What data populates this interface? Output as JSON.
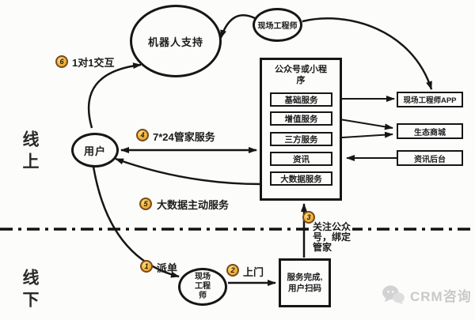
{
  "colors": {
    "line": "#161616",
    "badge_fill": "#f2b53b",
    "badge_border": "#7a4a1d",
    "watermark_gray": "#c9c9c9"
  },
  "zones": {
    "online": "线上",
    "offline": "线下"
  },
  "nodes": {
    "robot_support": "机器人支持",
    "field_engineer_top": "现场工程师",
    "user": "用户",
    "platform_title_line1": "公众号或小程",
    "platform_title_line2": "序",
    "services": [
      "基础服务",
      "增值服务",
      "三方服务",
      "资讯",
      "大数据服务"
    ],
    "backends": [
      "现场工程师APP",
      "生态商城",
      "资讯后台"
    ],
    "fe_bottom_line1": "现场",
    "fe_bottom_line2": "工程",
    "fe_bottom_line3": "师",
    "service_done_line1": "服务完成,",
    "service_done_line2": "用户扫码"
  },
  "steps": {
    "s1": {
      "num": "1",
      "label": "派单"
    },
    "s2": {
      "num": "2",
      "label": "上门"
    },
    "s3": {
      "num": "3",
      "line1": "关注公众",
      "line2": "号，绑定",
      "line3": "管家"
    },
    "s4": {
      "num": "4",
      "label": "7*24管家服务"
    },
    "s5": {
      "num": "5",
      "label": "大数据主动服务"
    },
    "s6": {
      "num": "6",
      "label": "1对1交互"
    }
  },
  "watermark": {
    "text": "CRM咨询"
  }
}
